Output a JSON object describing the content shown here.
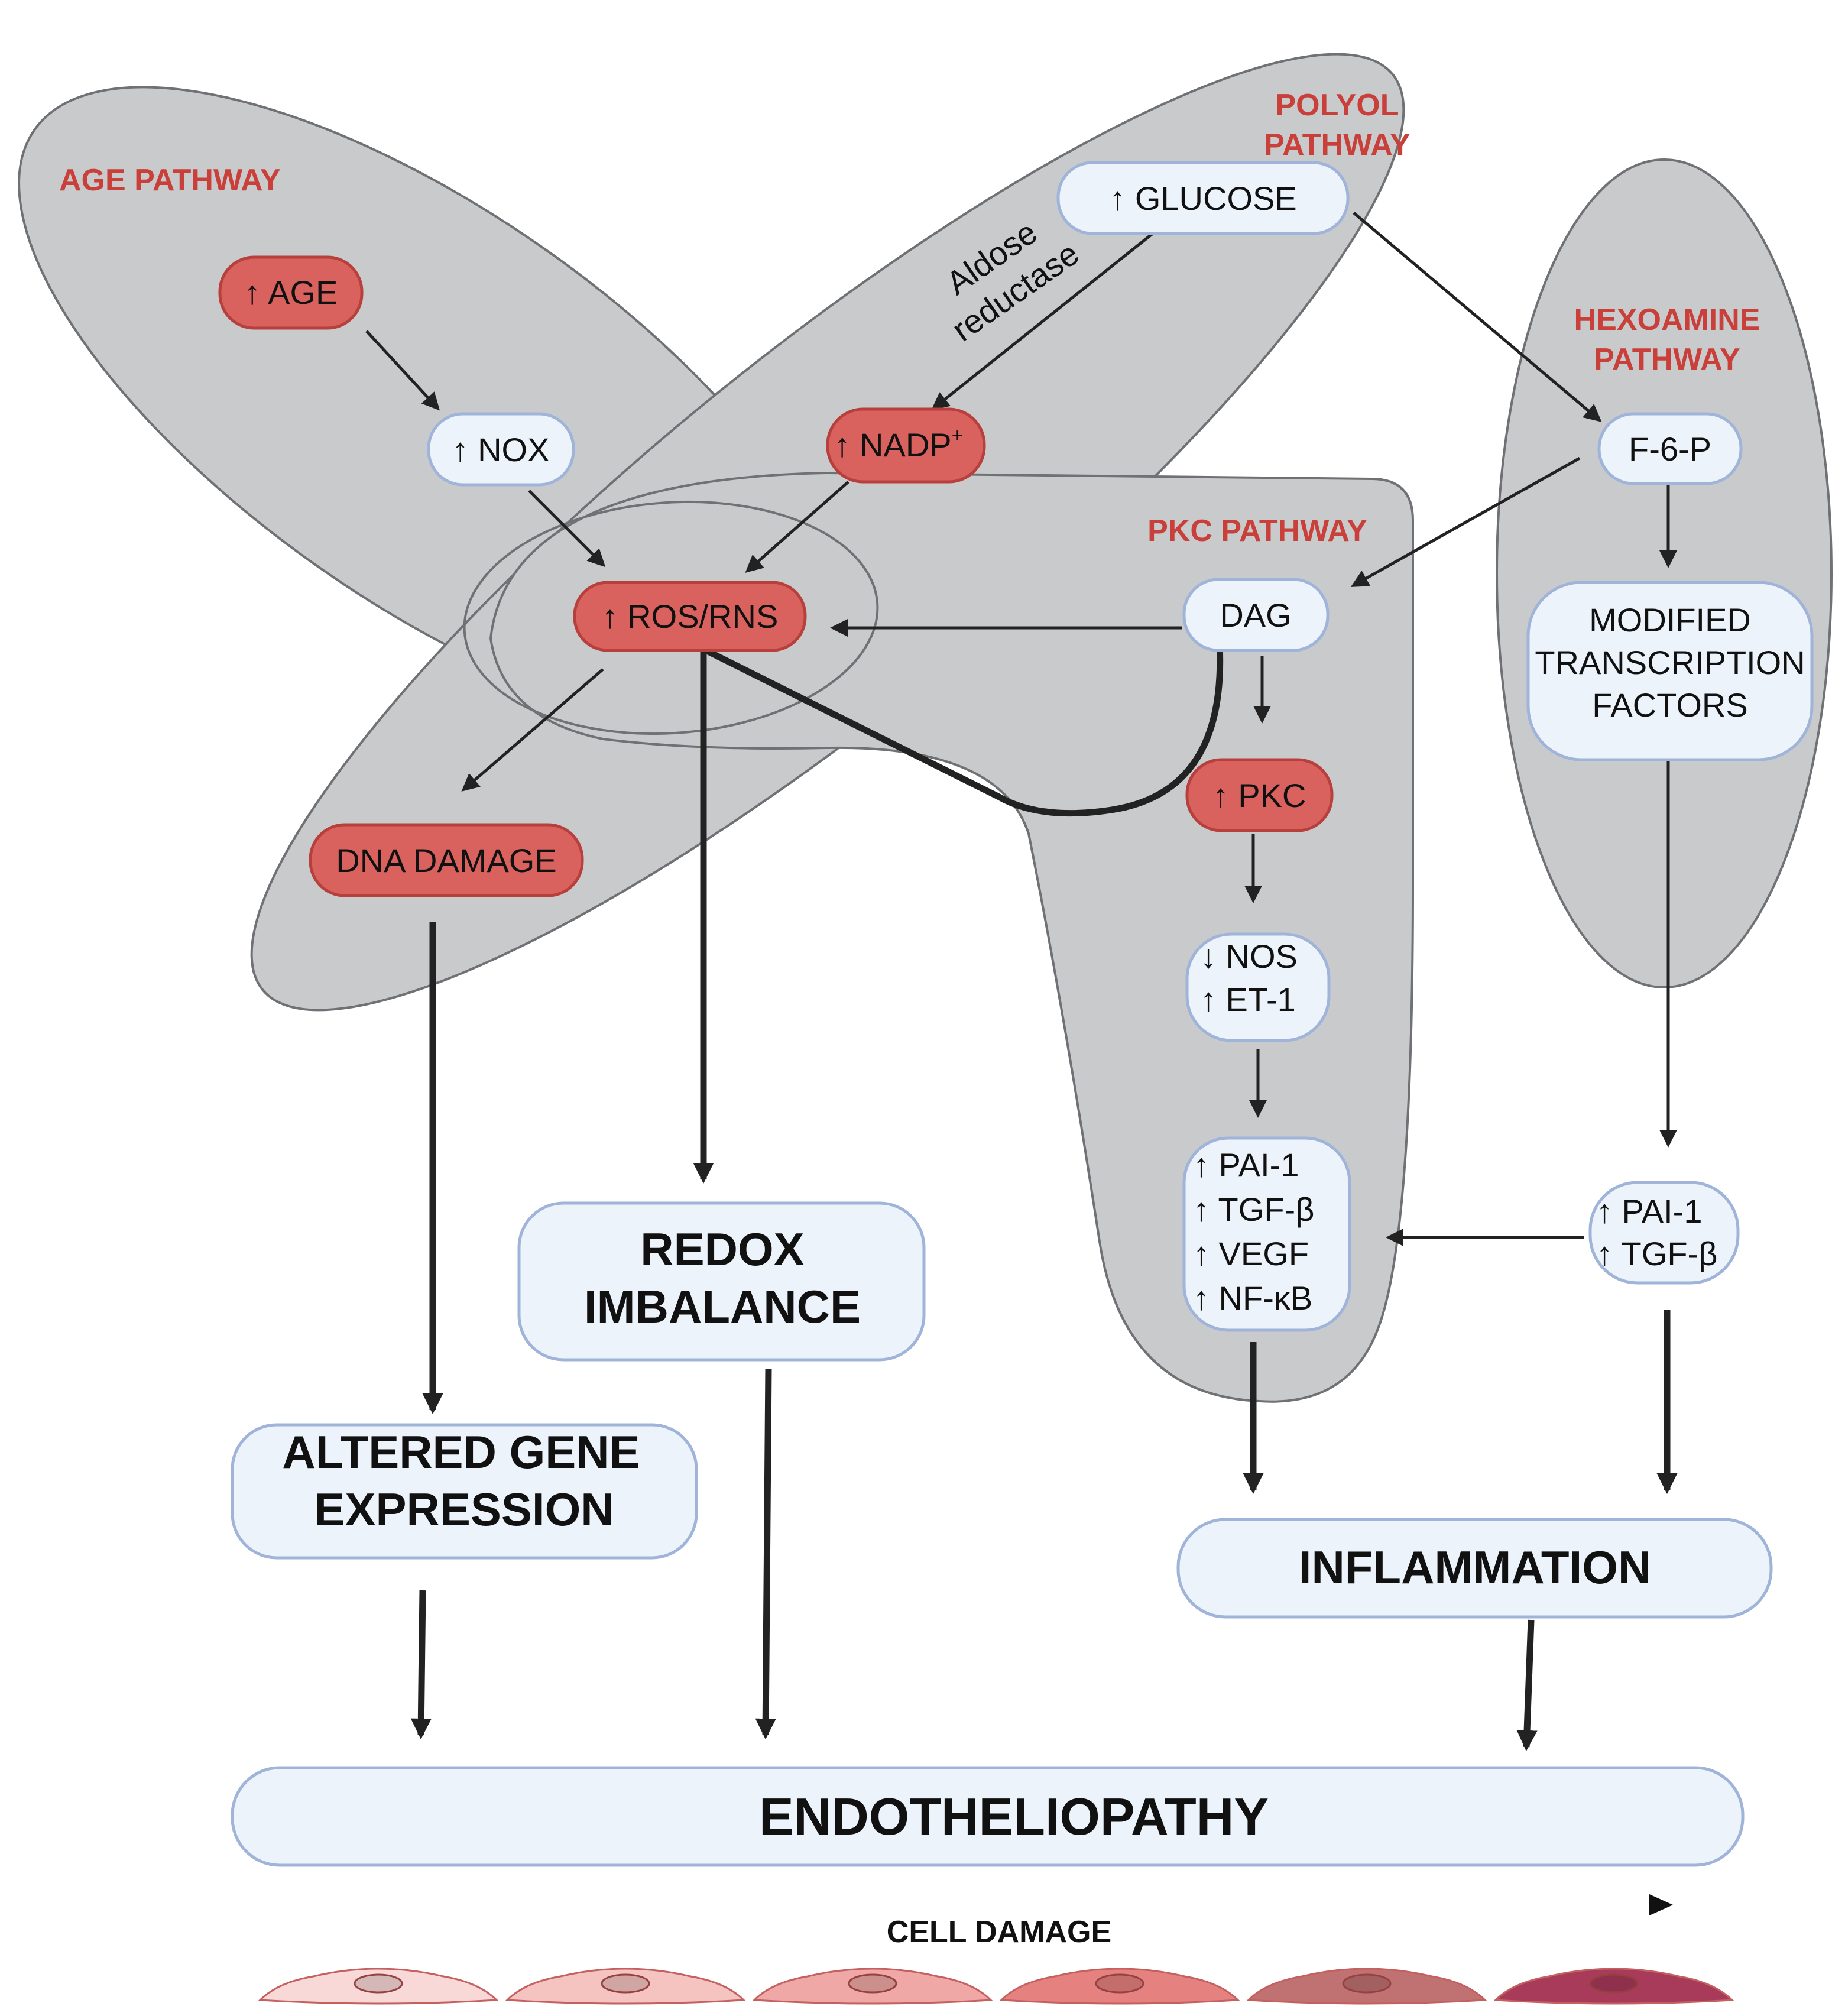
{
  "pathways": {
    "age": "AGE PATHWAY",
    "polyol_line1": "POLYOL",
    "polyol_line2": "PATHWAY",
    "hexoamine_line1": "HEXOAMINE",
    "hexoamine_line2": "PATHWAY",
    "pkc": "PKC PATHWAY"
  },
  "nodes": {
    "age": "↑ AGE",
    "nox": "↑ NOX",
    "glucose": "↑ GLUCOSE",
    "nadp": "↑ NADP",
    "nadp_sup": "+",
    "ros": "↑ ROS/RNS",
    "dna": "DNA DAMAGE",
    "f6p": "F-6-P",
    "dag": "DAG",
    "pkc": "↑ PKC",
    "mtf_line1": "MODIFIED",
    "mtf_line2": "TRANSCRIPTION",
    "mtf_line3": "FACTORS",
    "nos": "↓ NOS",
    "et1": "↑ ET-1",
    "pai1": "↑ PAI-1",
    "tgfb": "↑ TGF-β",
    "vegf": "↑ VEGF",
    "nfkb": "↑ NF-κB",
    "hex_pai1": "↑ PAI-1",
    "hex_tgfb": "↑ TGF-β"
  },
  "enzyme": {
    "line1": "Aldose",
    "line2": "reductase"
  },
  "outcomes": {
    "redox_line1": "REDOX",
    "redox_line2": "IMBALANCE",
    "altered_line1": "ALTERED GENE",
    "altered_line2": "EXPRESSION",
    "inflammation": "INFLAMMATION",
    "endotheliopathy": "ENDOTHELIOPATHY"
  },
  "cell_damage": {
    "label": "CELL DAMAGE",
    "cell_colors": [
      "#f9d9d7",
      "#f5c3c0",
      "#efa8a5",
      "#e5817e",
      "#bf7271",
      "#a83a5a"
    ]
  },
  "colors": {
    "pathway_label": "#c9403b",
    "red_node": "#d9625e",
    "blue_node": "#edf3fb",
    "blob": "#c9cacc"
  }
}
